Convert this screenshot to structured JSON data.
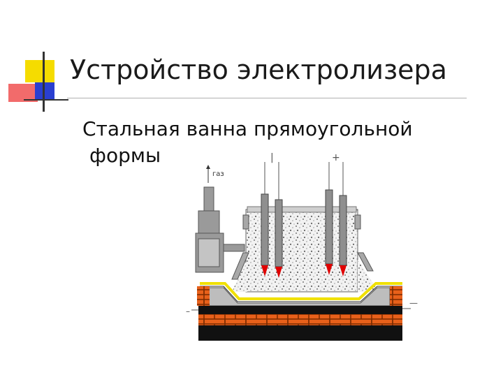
{
  "slide": {
    "title": "Устройство электролизера",
    "body_line1": "Стальная ванна прямоугольной",
    "body_line2": "формы"
  },
  "diagram": {
    "label_gas": "газ",
    "label_plus_left": "|",
    "label_plus_right": "+",
    "label_minus_left": "–",
    "label_minus_right": "—"
  },
  "colors": {
    "accent_yellow": "#f5dc00",
    "accent_red": "#f26b6b",
    "accent_blue": "#2a3fd0",
    "brick": "#e8601a",
    "electrode": "#8f8f8f",
    "tip": "#e00000",
    "lining": "#f0e000"
  }
}
